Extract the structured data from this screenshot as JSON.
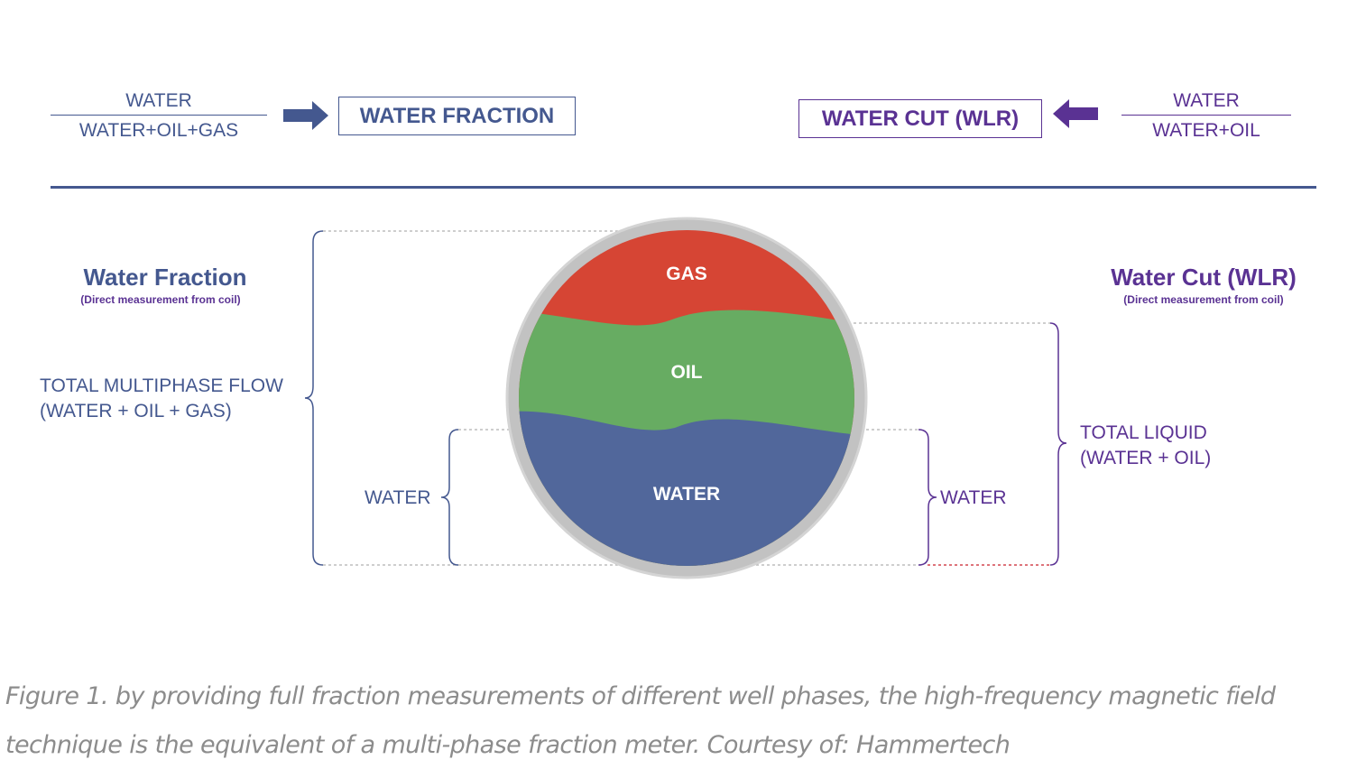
{
  "top_left": {
    "numerator": "WATER",
    "denominator": "WATER+OIL+GAS",
    "box_label": "WATER FRACTION"
  },
  "top_right": {
    "numerator": "WATER",
    "denominator": "WATER+OIL",
    "box_label": "WATER CUT (WLR)"
  },
  "left_panel": {
    "title": "Water Fraction",
    "subtitle": "(Direct measurement from coil)",
    "total_line1": "TOTAL MULTIPHASE FLOW",
    "total_line2": "(WATER + OIL + GAS)",
    "water_label": "WATER"
  },
  "right_panel": {
    "title": "Water Cut (WLR)",
    "subtitle": "(Direct measurement from coil)",
    "total_line1": "TOTAL LIQUID",
    "total_line2": "(WATER + OIL)",
    "water_label": "WATER"
  },
  "pipe": {
    "gas_label": "GAS",
    "oil_label": "OIL",
    "water_label": "WATER"
  },
  "colors": {
    "blue": "#44588f",
    "purple": "#5a3293",
    "gas": "#d64534",
    "oil": "#67ac62",
    "water": "#51679b",
    "pipe_wall": "#c2c2c2"
  },
  "caption": {
    "line1": "Figure 1. by providing full fraction measurements of different well phases, the high-frequency magnetic field",
    "line2": "technique is the equivalent of a multi-phase fraction meter. Courtesy of: Hammertech"
  }
}
